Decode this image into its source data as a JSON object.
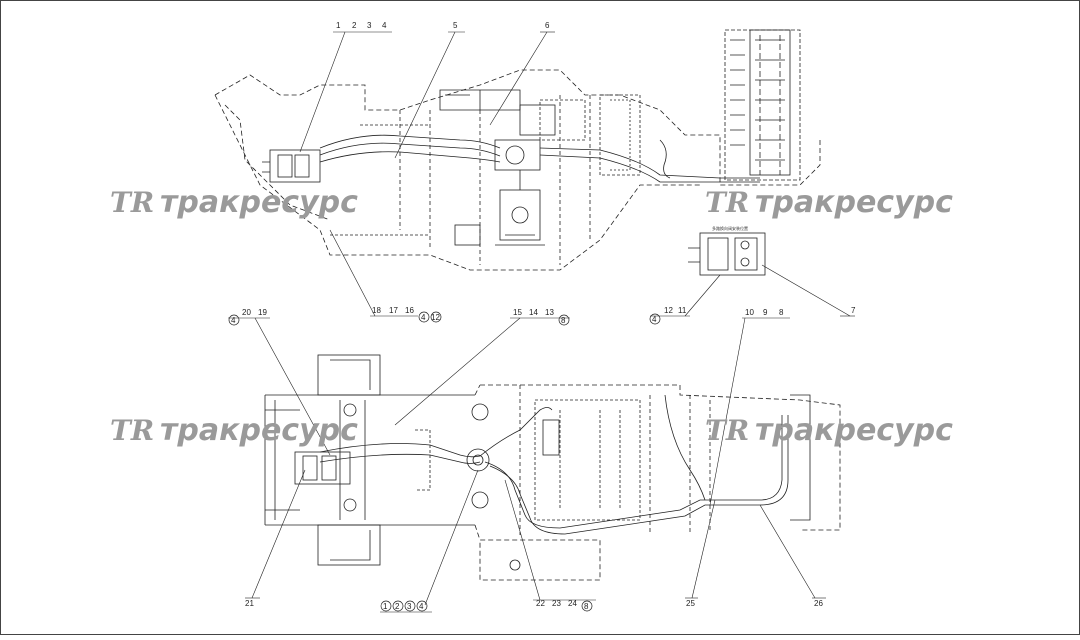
{
  "callouts": {
    "top_group_a": [
      "1",
      "2",
      "3",
      "4"
    ],
    "top_5": "5",
    "top_6": "6",
    "top_group_b": [
      "18",
      "17",
      "16"
    ],
    "top_group_b_circled": [
      "4",
      "12"
    ],
    "top_group_c_circled": "4",
    "top_group_c": [
      "12",
      "11"
    ],
    "top_7": "7",
    "bot_group_a_circled": "4",
    "bot_group_a": [
      "20",
      "19"
    ],
    "bot_group_b": [
      "15",
      "14",
      "13"
    ],
    "bot_group_b_circled": "8",
    "bot_group_c": [
      "10",
      "9",
      "8"
    ],
    "bot_21": "21",
    "bot_group_d_circled": [
      "1",
      "2",
      "3",
      "4"
    ],
    "bot_group_e": [
      "22",
      "23",
      "24"
    ],
    "bot_group_e_circled": "8",
    "bot_25": "25",
    "bot_26": "26"
  },
  "watermark": {
    "logo": "TR",
    "text": "тракресурс",
    "color": "#9a9a9a"
  },
  "colors": {
    "background": "#ffffff",
    "line": "#222222"
  }
}
